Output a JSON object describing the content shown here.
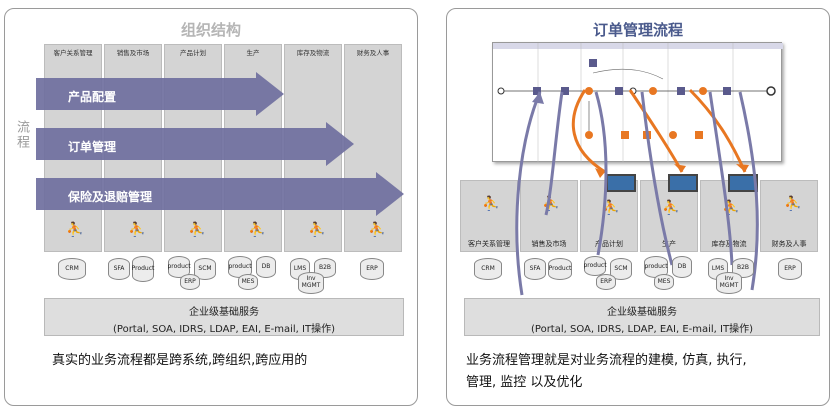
{
  "left_panel": {
    "title": "组织结构",
    "side_label": "流程",
    "columns": [
      "客户关系管理",
      "销售及市场",
      "产品计划",
      "生产",
      "库存及物流",
      "财务及人事"
    ],
    "arrows": [
      "产品配置",
      "订单管理",
      "保险及退赔管理"
    ],
    "systems": [
      "CRM",
      "SFA",
      "Product",
      "product",
      "SCM",
      "ERP",
      "product",
      "DB",
      "MES",
      "LMS",
      "B2B",
      "Inv MGMT",
      "ERP"
    ],
    "service_title": "企业级基础服务",
    "service_sub": "(Portal, SOA, IDRS, LDAP, EAI, E-mail, IT操作)",
    "caption": "真实的业务流程都是跨系统,跨组织,跨应用的"
  },
  "right_panel": {
    "title": "订单管理流程",
    "columns": [
      "客户关系管理",
      "销售及市场",
      "产品计划",
      "生产",
      "库存及物流",
      "财务及人事"
    ],
    "systems": [
      "CRM",
      "SFA",
      "Product",
      "product",
      "SCM",
      "ERP",
      "product",
      "DB",
      "MES",
      "LMS",
      "B2B",
      "Inv MGMT",
      "ERP"
    ],
    "service_title": "企业级基础服务",
    "service_sub": "(Portal, SOA, IDRS, LDAP, EAI, E-mail, IT操作)",
    "caption_line1": "业务流程管理就是对业务流程的建模, 仿真, 执行,",
    "caption_line2": "管理, 监控 以及优化"
  },
  "colors": {
    "arrow_fill": "#6f6f9e",
    "orange_arrow": "#e87722",
    "purple_arrow": "#7a7aa8",
    "column_fill": "#d4d4d4",
    "title_blue": "#4a5a8c"
  }
}
